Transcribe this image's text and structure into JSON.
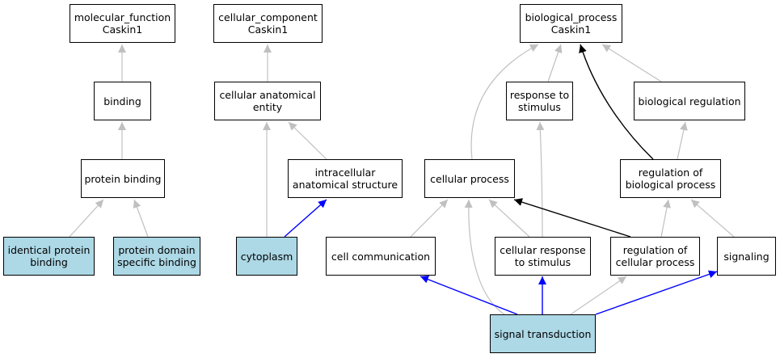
{
  "colors": {
    "highlight_fill": "#add8e6",
    "edge_default": "#c0c0c0",
    "edge_blue": "#0000ff",
    "edge_black": "#000000"
  },
  "nodes": {
    "mf_root": {
      "label": "molecular_function\nCaskin1"
    },
    "cc_root": {
      "label": "cellular_component\nCaskin1"
    },
    "bp_root": {
      "label": "biological_process\nCaskin1"
    },
    "binding": {
      "label": "binding"
    },
    "cell_anat": {
      "label": "cellular anatomical\nentity"
    },
    "response": {
      "label": "response to\nstimulus"
    },
    "bio_reg": {
      "label": "biological regulation"
    },
    "protein_binding": {
      "label": "protein binding"
    },
    "intracellular": {
      "label": "intracellular\nanatomical structure"
    },
    "cell_process": {
      "label": "cellular process"
    },
    "reg_bio": {
      "label": "regulation of\nbiological process"
    },
    "identical": {
      "label": "identical protein\nbinding"
    },
    "domain": {
      "label": "protein domain\nspecific binding"
    },
    "cytoplasm": {
      "label": "cytoplasm"
    },
    "cell_comm": {
      "label": "cell communication"
    },
    "cell_resp": {
      "label": "cellular response\nto stimulus"
    },
    "reg_cell": {
      "label": "regulation of\ncellular process"
    },
    "signaling": {
      "label": "signaling"
    },
    "sig_trans": {
      "label": "signal transduction"
    }
  },
  "edges": [
    {
      "from": "binding",
      "to": "mf_root",
      "color": "gray"
    },
    {
      "from": "protein_binding",
      "to": "binding",
      "color": "gray"
    },
    {
      "from": "identical",
      "to": "protein_binding",
      "color": "gray"
    },
    {
      "from": "domain",
      "to": "protein_binding",
      "color": "gray"
    },
    {
      "from": "cell_anat",
      "to": "cc_root",
      "color": "gray"
    },
    {
      "from": "intracellular",
      "to": "cell_anat",
      "color": "gray"
    },
    {
      "from": "cytoplasm",
      "to": "cell_anat",
      "color": "gray"
    },
    {
      "from": "cytoplasm",
      "to": "intracellular",
      "color": "blue"
    },
    {
      "from": "response",
      "to": "bp_root",
      "color": "gray"
    },
    {
      "from": "bio_reg",
      "to": "bp_root",
      "color": "gray"
    },
    {
      "from": "cell_process",
      "to": "bp_root",
      "color": "gray"
    },
    {
      "from": "reg_bio",
      "to": "bp_root",
      "color": "black"
    },
    {
      "from": "reg_bio",
      "to": "bio_reg",
      "color": "gray"
    },
    {
      "from": "cell_comm",
      "to": "cell_process",
      "color": "gray"
    },
    {
      "from": "cell_resp",
      "to": "cell_process",
      "color": "gray"
    },
    {
      "from": "cell_resp",
      "to": "response",
      "color": "gray"
    },
    {
      "from": "reg_cell",
      "to": "cell_process",
      "color": "black"
    },
    {
      "from": "reg_cell",
      "to": "reg_bio",
      "color": "gray"
    },
    {
      "from": "signaling",
      "to": "reg_bio",
      "color": "gray"
    },
    {
      "from": "sig_trans",
      "to": "cell_process",
      "color": "gray"
    },
    {
      "from": "sig_trans",
      "to": "cell_comm",
      "color": "blue"
    },
    {
      "from": "sig_trans",
      "to": "cell_resp",
      "color": "blue"
    },
    {
      "from": "sig_trans",
      "to": "reg_cell",
      "color": "gray"
    },
    {
      "from": "sig_trans",
      "to": "signaling",
      "color": "blue"
    }
  ]
}
